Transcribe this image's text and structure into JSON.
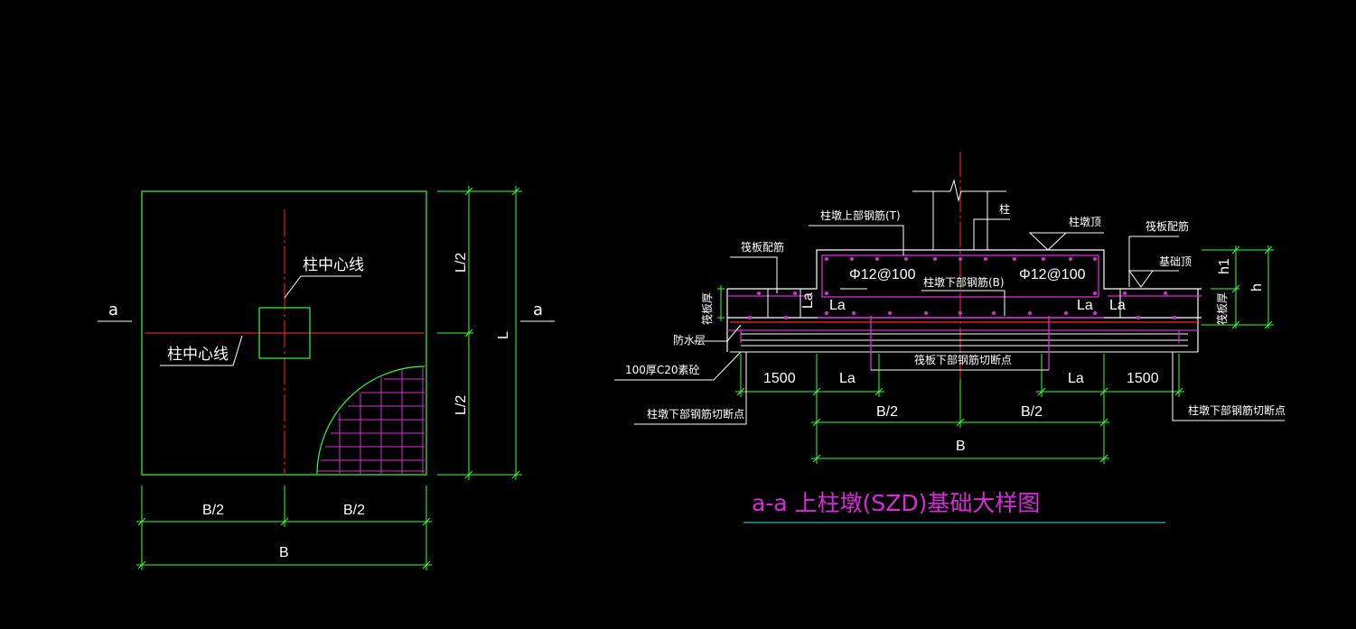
{
  "colors": {
    "background": "#000000",
    "outline": "#33ff33",
    "centerline": "#ff2a2a",
    "rebar": "#d92bd9",
    "text": "#ffffff",
    "title_underline": "#2fb8b8"
  },
  "plan": {
    "section_mark_left": "a",
    "section_mark_right": "a",
    "label_center_top": "柱中心线",
    "label_center_left": "柱中心线",
    "dim_half_b_left": "B/2",
    "dim_half_b_right": "B/2",
    "dim_b": "B",
    "dim_half_l_top": "L/2",
    "dim_half_l_bottom": "L/2",
    "dim_l": "L"
  },
  "section": {
    "label_pier_top_rebar": "柱墩上部钢筋(T)",
    "label_column": "柱",
    "label_pier_top": "柱墩顶",
    "label_raft_rebar_left": "筏板配筋",
    "label_raft_rebar_right": "筏板配筋",
    "label_foundation_top": "基础顶",
    "label_stirrup_left": "Φ12@100",
    "label_stirrup_right": "Φ12@100",
    "label_pier_bottom_rebar": "柱墩下部钢筋(B)",
    "label_la_1": "La",
    "label_la_2": "La",
    "label_la_3": "La",
    "label_la_4": "La",
    "label_raft_thk_left": "筏板厚",
    "label_raft_thk_right": "筏板厚",
    "label_waterproof": "防水层",
    "label_concrete": "100厚C20素砼",
    "label_raft_cut": "筏板下部钢筋切断点",
    "dim_1500_left": "1500",
    "dim_la_left": "La",
    "dim_la_right": "La",
    "dim_1500_right": "1500",
    "label_pier_cut_left": "柱墩下部钢筋切断点",
    "label_pier_cut_right": "柱墩下部钢筋切断点",
    "dim_half_b_left": "B/2",
    "dim_half_b_right": "B/2",
    "dim_b": "B",
    "dim_h1": "h1",
    "dim_h": "h"
  },
  "title": {
    "text": "a-a 上柱墩(SZD)基础大样图"
  }
}
